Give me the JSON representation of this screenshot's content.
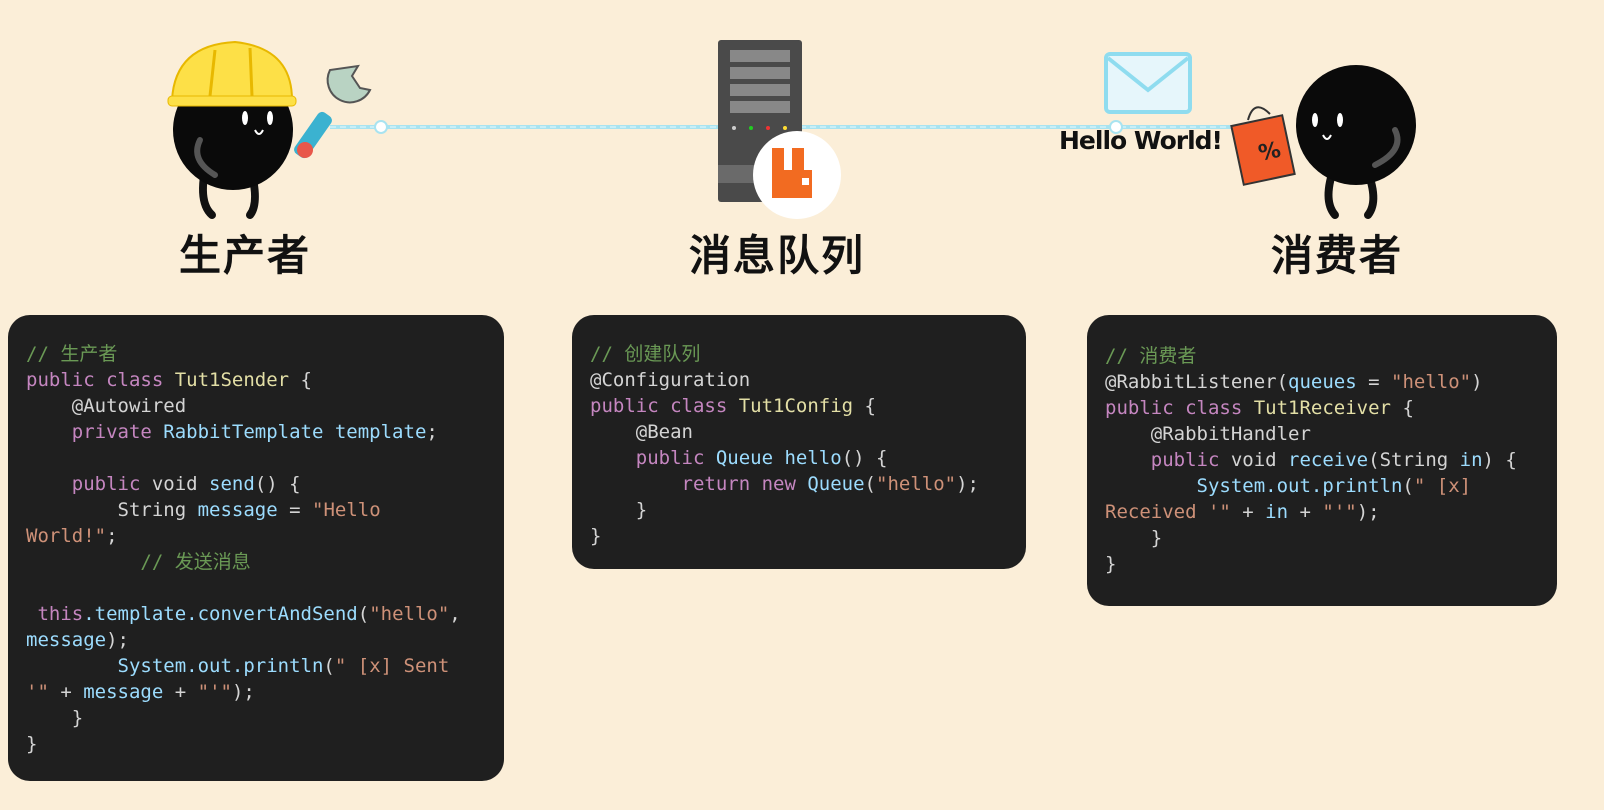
{
  "titles": {
    "producer": "生产者",
    "queue": "消息队列",
    "consumer": "消费者"
  },
  "message_label": "Hello World!",
  "code_blocks": [
    {
      "name": "producer-code",
      "lines": [
        [
          [
            "// 生产者",
            "c"
          ]
        ],
        [
          [
            "public class ",
            "k"
          ],
          [
            "Tut1Sender",
            "t"
          ],
          [
            " {",
            "p"
          ]
        ],
        [
          [
            "    @Autowired",
            "p"
          ]
        ],
        [
          [
            "    private ",
            "k"
          ],
          [
            "RabbitTemplate template",
            "v"
          ],
          [
            ";",
            "p"
          ]
        ],
        [
          [
            "",
            "p"
          ]
        ],
        [
          [
            "    public ",
            "k"
          ],
          [
            "void ",
            "p"
          ],
          [
            "send",
            "v"
          ],
          [
            "() {",
            "p"
          ]
        ],
        [
          [
            "        String ",
            "p"
          ],
          [
            "message",
            "v"
          ],
          [
            " = ",
            "p"
          ],
          [
            "\"Hello",
            "s"
          ]
        ],
        [
          [
            "World!\"",
            "s"
          ],
          [
            ";",
            "p"
          ]
        ],
        [
          [
            "          // 发送消息",
            "c"
          ]
        ],
        [
          [
            "",
            "p"
          ]
        ],
        [
          [
            " this",
            "k"
          ],
          [
            ".template.convertAndSend",
            "v"
          ],
          [
            "(",
            "p"
          ],
          [
            "\"hello\"",
            "s"
          ],
          [
            ",",
            "p"
          ]
        ],
        [
          [
            "message",
            "v"
          ],
          [
            ");",
            "p"
          ]
        ],
        [
          [
            "        System.out.println",
            "v"
          ],
          [
            "(",
            "p"
          ],
          [
            "\" [x] Sent",
            "s"
          ]
        ],
        [
          [
            "'\"",
            "s"
          ],
          [
            " + ",
            "p"
          ],
          [
            "message",
            "v"
          ],
          [
            " + ",
            "p"
          ],
          [
            "\"'\"",
            "s"
          ],
          [
            ");",
            "p"
          ]
        ],
        [
          [
            "    }",
            "p"
          ]
        ],
        [
          [
            "}",
            "p"
          ]
        ]
      ]
    },
    {
      "name": "queue-config-code",
      "lines": [
        [
          [
            "// 创建队列",
            "c"
          ]
        ],
        [
          [
            "@Configuration",
            "p"
          ]
        ],
        [
          [
            "public class ",
            "k"
          ],
          [
            "Tut1Config",
            "t"
          ],
          [
            " {",
            "p"
          ]
        ],
        [
          [
            "    @Bean",
            "p"
          ]
        ],
        [
          [
            "    public ",
            "k"
          ],
          [
            "Queue hello",
            "v"
          ],
          [
            "() {",
            "p"
          ]
        ],
        [
          [
            "        return new ",
            "k"
          ],
          [
            "Queue",
            "v"
          ],
          [
            "(",
            "p"
          ],
          [
            "\"hello\"",
            "s"
          ],
          [
            ");",
            "p"
          ]
        ],
        [
          [
            "    }",
            "p"
          ]
        ],
        [
          [
            "}",
            "p"
          ]
        ]
      ]
    },
    {
      "name": "consumer-code",
      "lines": [
        [
          [
            "// 消费者",
            "c"
          ]
        ],
        [
          [
            "@RabbitListener(",
            "p"
          ],
          [
            "queues",
            "v"
          ],
          [
            " = ",
            "p"
          ],
          [
            "\"hello\"",
            "s"
          ],
          [
            ")",
            "p"
          ]
        ],
        [
          [
            "public class ",
            "k"
          ],
          [
            "Tut1Receiver",
            "t"
          ],
          [
            " {",
            "p"
          ]
        ],
        [
          [
            "    @RabbitHandler",
            "p"
          ]
        ],
        [
          [
            "    public ",
            "k"
          ],
          [
            "void ",
            "p"
          ],
          [
            "receive",
            "v"
          ],
          [
            "(String ",
            "p"
          ],
          [
            "in",
            "v"
          ],
          [
            ") {",
            "p"
          ]
        ],
        [
          [
            "        System.out.println",
            "v"
          ],
          [
            "(",
            "p"
          ],
          [
            "\" [x]",
            "s"
          ]
        ],
        [
          [
            "Received '\"",
            "s"
          ],
          [
            " + ",
            "p"
          ],
          [
            "in",
            "v"
          ],
          [
            " + ",
            "p"
          ],
          [
            "\"'\"",
            "s"
          ],
          [
            ");",
            "p"
          ]
        ],
        [
          [
            "    }",
            "p"
          ]
        ],
        [
          [
            "}",
            "p"
          ]
        ]
      ]
    }
  ]
}
